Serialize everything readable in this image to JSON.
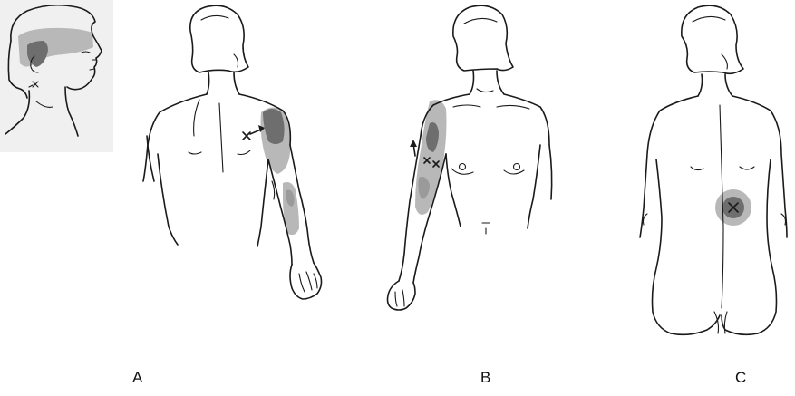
{
  "figure": {
    "panels": [
      {
        "id": "A",
        "label": "A"
      },
      {
        "id": "B",
        "label": "B"
      },
      {
        "id": "C",
        "label": "C"
      }
    ],
    "colors": {
      "line": "#1a1a1a",
      "pain_dark": "#6e6e6e",
      "pain_light": "#b8b8b8",
      "inset_bg": "#f0f0f0"
    },
    "markers": {
      "trigger_point": "x",
      "arrow": "arrow-icon"
    }
  }
}
